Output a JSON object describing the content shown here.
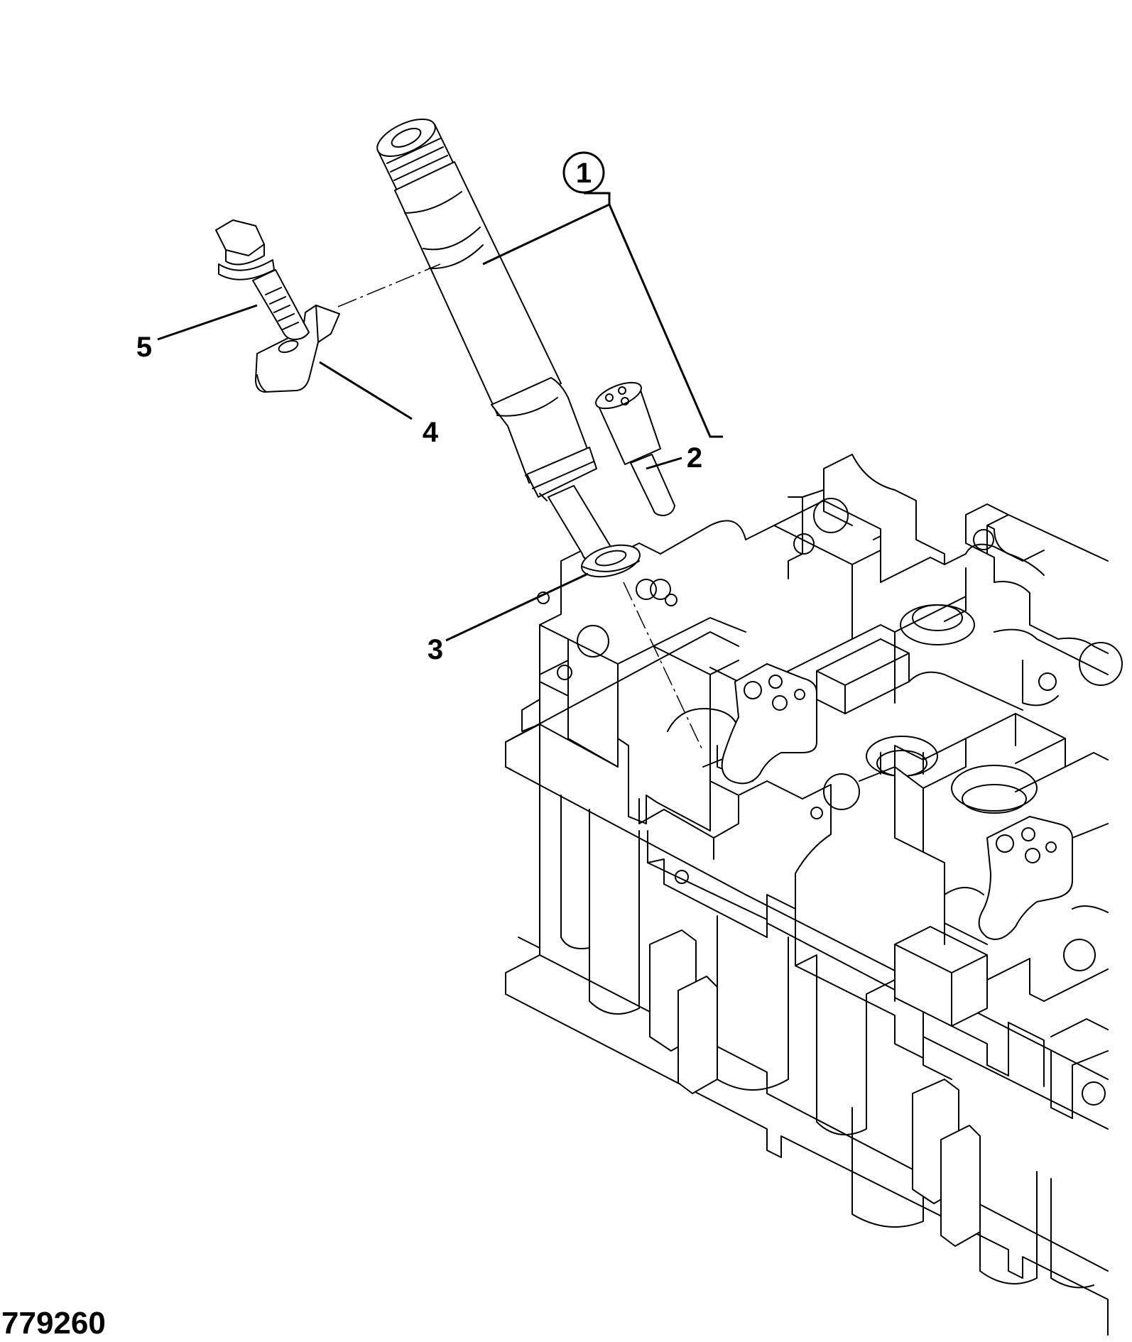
{
  "figure_number": "779260",
  "callouts": [
    {
      "id": "1",
      "label": "1",
      "circled": true
    },
    {
      "id": "2",
      "label": "2",
      "circled": false
    },
    {
      "id": "3",
      "label": "3",
      "circled": false
    },
    {
      "id": "4",
      "label": "4",
      "circled": false
    },
    {
      "id": "5",
      "label": "5",
      "circled": false
    }
  ],
  "colors": {
    "line": "#000000",
    "background": "#ffffff"
  }
}
